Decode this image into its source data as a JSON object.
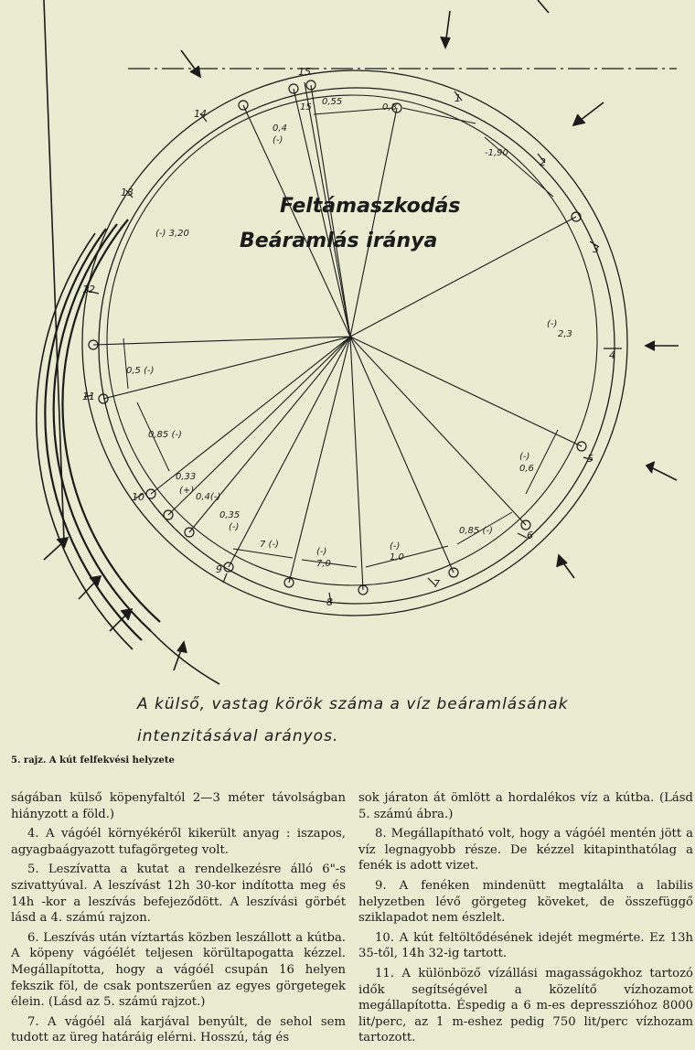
{
  "figure": {
    "title_line1": "Feltámaszkodás",
    "title_line2": "Beáramlás iránya",
    "caption_line1": "A külső, vastag körök száma a víz beáramlásának",
    "caption_line2": "intenzitásával arányos.",
    "figure_number": "5. rajz. A kút felfekvési helyzete",
    "segment_numbers": [
      "1",
      "2",
      "3",
      "4",
      "5",
      "6",
      "7",
      "8",
      "9",
      "10",
      "11",
      "12",
      "13",
      "14",
      "15"
    ],
    "measurements": [
      {
        "text": "0,55"
      },
      {
        "text": "0,8"
      },
      {
        "text": "0,4"
      },
      {
        "text": "(-)"
      },
      {
        "text": "-1,90"
      },
      {
        "text": "15"
      },
      {
        "text": "(-) 3,20"
      },
      {
        "text": "(-)"
      },
      {
        "text": "2,3"
      },
      {
        "text": "0,5 (-)"
      },
      {
        "text": "0,85 (-)"
      },
      {
        "text": "(-)"
      },
      {
        "text": "0,6"
      },
      {
        "text": "0,33"
      },
      {
        "text": "(+)"
      },
      {
        "text": "0,4(-)"
      },
      {
        "text": "0,35"
      },
      {
        "text": "(-)"
      },
      {
        "text": "7 (-)"
      },
      {
        "text": "(-)"
      },
      {
        "text": "7,0"
      },
      {
        "text": "(-)"
      },
      {
        "text": "1,0"
      },
      {
        "text": "0,85 (-)"
      }
    ]
  },
  "text_left": [
    "ságában külső köpenyfaltól 2—3 méter távolságban hiányzott a föld.)",
    "4. A vágóél környékéről kikerült anyag : iszapos, agyagbaágyazott tufagörgeteg volt.",
    "5. Leszívatta a kutat a rendelkezésre álló 6\"-s szivattyúval. A leszívást 12h 30-kor indította meg és 14h -kor a leszívás befejeződött. A leszívási görbét lásd a 4. számú rajzon.",
    "6. Leszívás után víztartás közben leszállott a kútba. A köpeny vágóélét teljesen körültapogatta kézzel. Megállapította, hogy a vágóél csupán 16 helyen fekszik föl, de csak pontszerűen az egyes görgetegek élein. (Lásd az 5. számú rajzot.)",
    "7. A vágóél alá karjával benyúlt, de sehol sem tudott az üreg határáig elérni. Hosszú, tág és"
  ],
  "text_right": [
    "sok járaton át ömlött a hordalékos víz a kútba. (Lásd 5. számú ábra.)",
    "8. Megállapítható volt, hogy a vágóél mentén jött a víz legnagyobb része. De kézzel kitapinthatólag a fenék is adott vizet.",
    "9. A fenéken mindenütt megtalálta a labilis helyzetben lévő görgeteg köveket, de összefüggő sziklapadot nem észlelt.",
    "10. A kút feltöltődésének idejét megmérte. Ez 13h 35-től, 14h 32-ig tartott.",
    "11. A különböző vízállási magasságokhoz tartozó idők segítségével a közelítő vízhozamot megállapította. Éspedig a 6 m-es depresszióhoz 8000 lit/perc, az 1 m-eshez pedig 750 lit/perc vízhozam tartozott."
  ]
}
